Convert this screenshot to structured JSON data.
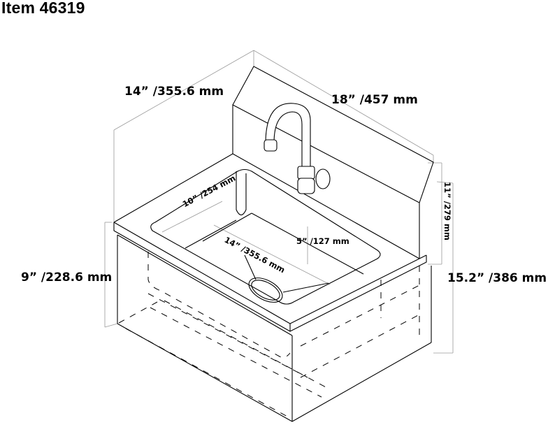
{
  "title": "Item 46319",
  "dimensions": {
    "depth": "14” /355.6 mm",
    "width": "18” /457 mm",
    "backsplash_height": "11” /279 mm",
    "bowl_depth_front": "9” /228.6 mm",
    "overall_height": "15.2” /386 mm",
    "bowl_front_to_back": "10” /254 mm",
    "bowl_width": "14” /355.6 mm",
    "bowl_depth": "5” /127 mm"
  },
  "drawing": {
    "subject": "wall-mount hand sink with gooseneck faucet",
    "line_color": "#000000",
    "dimension_line_color": "#9a9a9a"
  }
}
